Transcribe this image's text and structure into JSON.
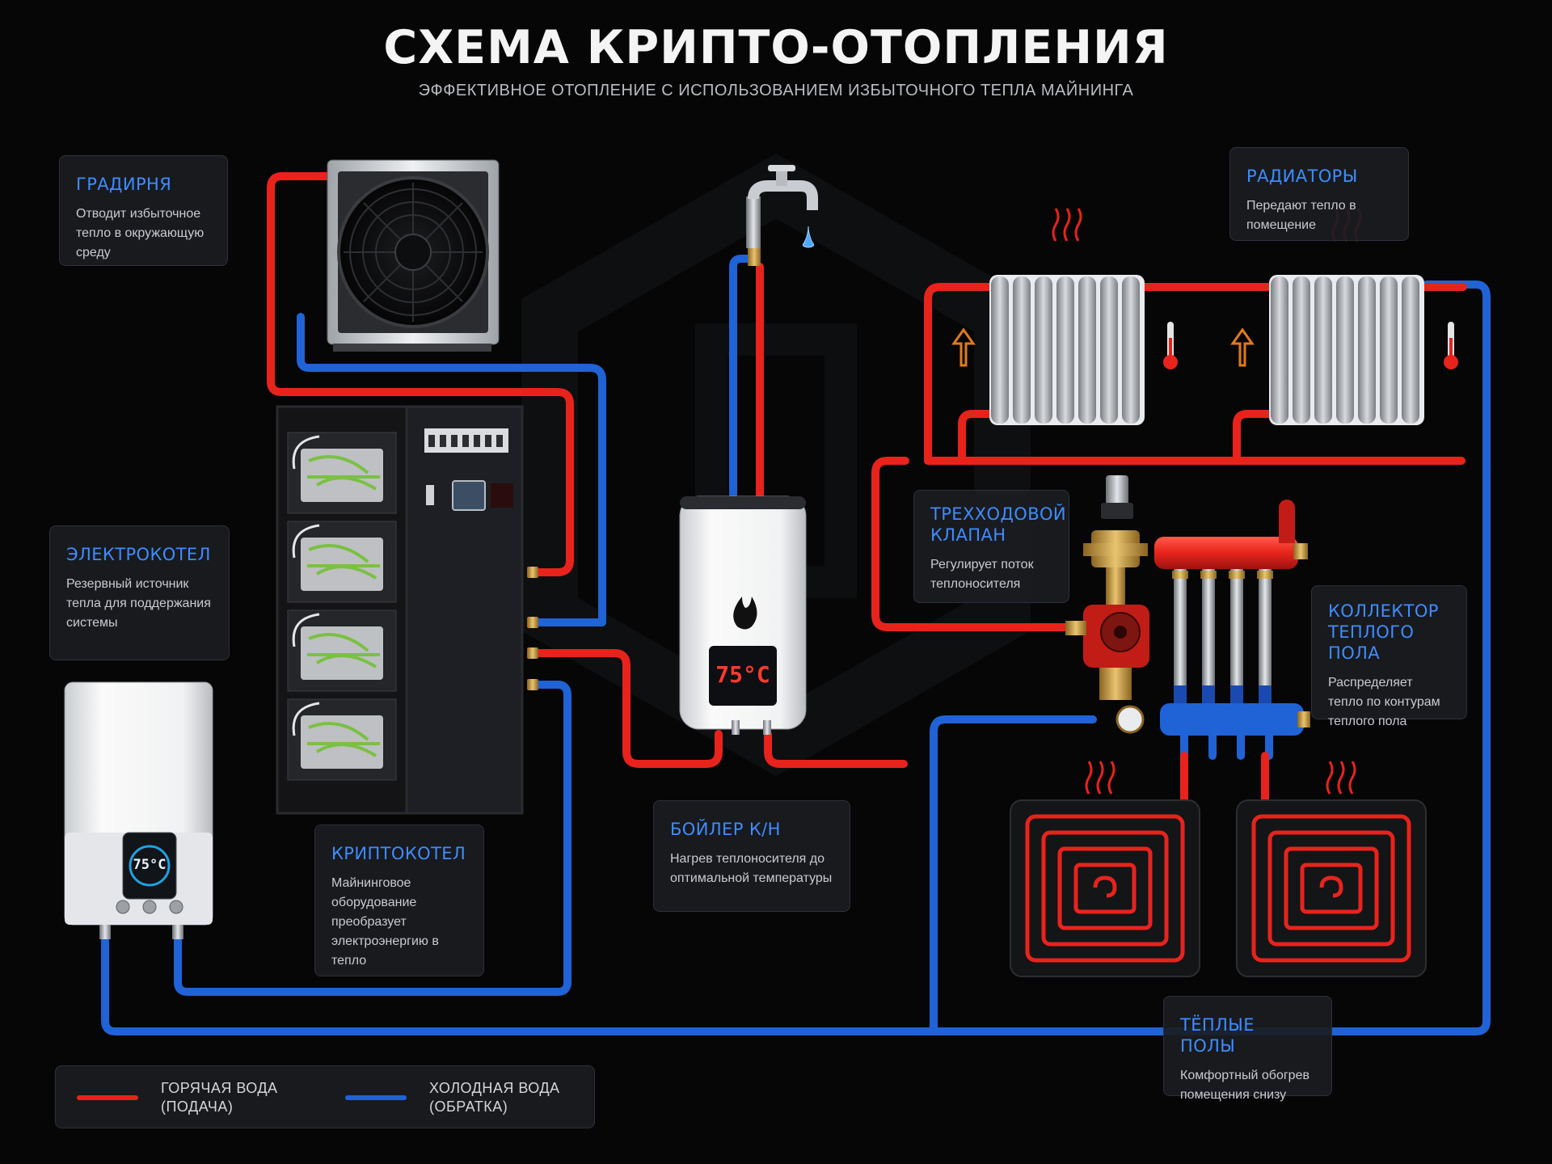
{
  "header": {
    "title": "СХЕМА КРИПТО-ОТОПЛЕНИЯ",
    "subtitle": "ЭФФЕКТИВНОЕ ОТОПЛЕНИЕ С ИСПОЛЬЗОВАНИЕМ ИЗБЫТОЧНОГО ТЕПЛА МАЙНИНГА"
  },
  "cards": {
    "gradirnya": {
      "title": "ГРАДИРНЯ",
      "desc": "Отводит избыточное тепло в окружающую среду"
    },
    "radiatory": {
      "title": "РАДИАТОРЫ",
      "desc": "Передают тепло в помещение"
    },
    "elektrokotel": {
      "title": "ЭЛЕКТРОКОТЕЛ",
      "desc": "Резервный источник тепла для поддержания системы"
    },
    "klapan": {
      "title": "ТРЕХХОДОВОЙ КЛАПАН",
      "desc": "Регулирует поток теплоносителя"
    },
    "kollektor": {
      "title": "КОЛЛЕКТОР ТЕПЛОГО ПОЛА",
      "desc": "Распределяет тепло по контурам теплого пола"
    },
    "boiler": {
      "title": "БОЙЛЕР К/Н",
      "desc": "Нагрев теплоносителя до оптимальной температуры"
    },
    "kriptokotel": {
      "title": "КРИПТОКОТЕЛ",
      "desc": "Майнинговое оборудование преобразует электроэнергию в тепло"
    },
    "poly": {
      "title": "ТЁПЛЫЕ ПОЛЫ",
      "desc": "Комфортный обогрев помещения снизу"
    }
  },
  "legend": {
    "hot": "ГОРЯЧАЯ ВОДА (ПОДАЧА)",
    "cold": "ХОЛОДНАЯ ВОДА (ОБРАТКА)"
  },
  "displays": {
    "boiler_temp": "75°C",
    "electric_boiler_temp": "75°C"
  },
  "colors": {
    "hot": "#e8231c",
    "cold": "#1f63d6",
    "accent": "#3f8cff",
    "background": "#060607"
  }
}
